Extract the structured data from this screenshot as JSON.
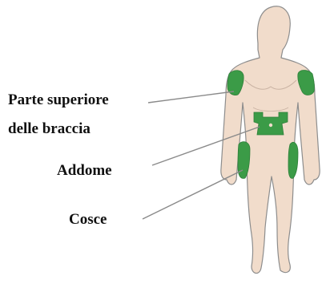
{
  "colors": {
    "skin": "#f1dccb",
    "skin_outline": "#8d8d8d",
    "injection_site": "#3b9b47",
    "injection_site_outline": "#2f7f3a",
    "pointer_line": "#8a8a8a",
    "label_text": "#111111"
  },
  "labels": {
    "upper_arms_line1": "Parte superiore",
    "upper_arms_line2": "delle braccia",
    "abdomen": "Addome",
    "thighs": "Cosce"
  }
}
